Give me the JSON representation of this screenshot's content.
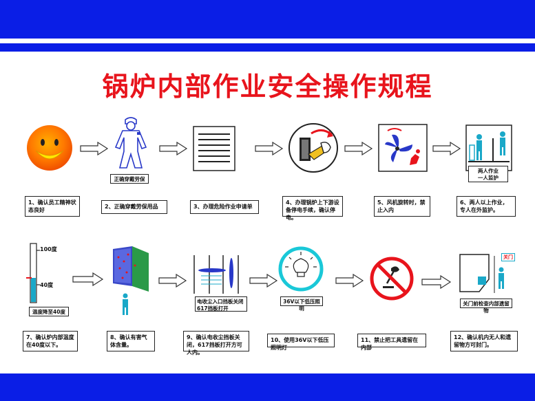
{
  "title": "锅炉内部作业安全操作规程",
  "row1": [
    {
      "caption": "1、确认员工精神状态良好"
    },
    {
      "caption": "2、正确穿戴劳保用品",
      "label": "正确穿戴劳保"
    },
    {
      "caption": "3、办理危险作业申请单"
    },
    {
      "caption": "4、办理锅炉上下游设备停电手续，确认停电。"
    },
    {
      "caption": "5、风机旋转时，禁止入内"
    },
    {
      "caption": "6、两人以上作业，专人在外监护。",
      "label": "两人作业\n一人监护"
    }
  ],
  "row2": [
    {
      "caption": "7、确认炉内部温度在40度以下。",
      "label": "温度降至40度",
      "t100": "100度",
      "t40": "40度"
    },
    {
      "caption": "8、确认有害气体含量。"
    },
    {
      "caption": "9、确认电收尘挡板关闭，617挡板打开方可人内。",
      "label": "电收尘入口挡板关闭\n617挡板打开"
    },
    {
      "caption": "10、使用36V以下低压照明灯",
      "label": "36V以下低压照明"
    },
    {
      "caption": "11、禁止把工具遗留在内部"
    },
    {
      "caption": "12、确认机内无人和遗留物方可封门。",
      "label": "关门前检查内部遗留物",
      "tag": "关门"
    }
  ],
  "colors": {
    "band": "#0a1ee6",
    "title": "#e8141c",
    "accent": "#1aa8c8"
  }
}
